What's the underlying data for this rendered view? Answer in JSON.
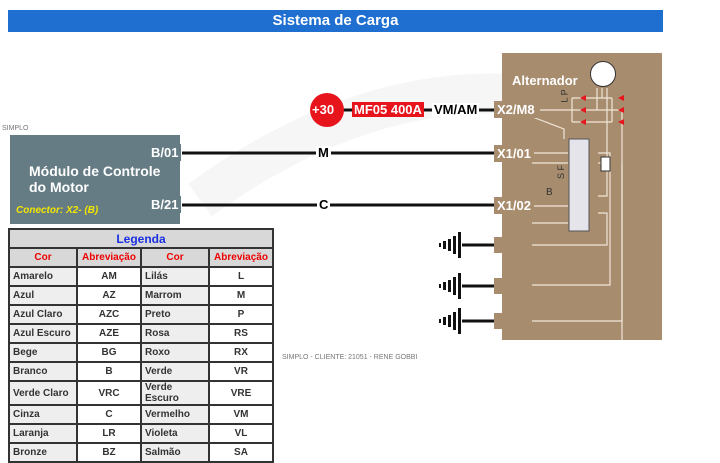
{
  "title": "Sistema de Carga",
  "module": {
    "name": "Módulo de Controle do Motor",
    "connector": "Conector: X2- (B)",
    "pins": [
      "B/01",
      "B/21"
    ]
  },
  "wires": {
    "m": "M",
    "c": "C",
    "vmam": "VM/AM"
  },
  "power": {
    "terminal": "+30",
    "fuse": "MF05 400A"
  },
  "alternator": {
    "name": "Alternador",
    "pins": [
      "X2/M8",
      "X1/01",
      "X1/02"
    ],
    "internal_labels": {
      "lp": "L P",
      "sf": "S F",
      "b": "B"
    }
  },
  "watermark": {
    "brand": "SIMPLO",
    "note": "SIMPLO - CLIENTE: 21051 - RENE GOBBI"
  },
  "legend": {
    "title": "Legenda",
    "headers": [
      "Cor",
      "Abreviação",
      "Cor",
      "Abreviação"
    ],
    "rows": [
      [
        "Amarelo",
        "AM",
        "Lilás",
        "L"
      ],
      [
        "Azul",
        "AZ",
        "Marrom",
        "M"
      ],
      [
        "Azul Claro",
        "AZC",
        "Preto",
        "P"
      ],
      [
        "Azul Escuro",
        "AZE",
        "Rosa",
        "RS"
      ],
      [
        "Bege",
        "BG",
        "Roxo",
        "RX"
      ],
      [
        "Branco",
        "B",
        "Verde",
        "VR"
      ],
      [
        "Verde Claro",
        "VRC",
        "Verde Escuro",
        "VRE"
      ],
      [
        "Cinza",
        "C",
        "Vermelho",
        "VM"
      ],
      [
        "Laranja",
        "LR",
        "Violeta",
        "VL"
      ],
      [
        "Bronze",
        "BZ",
        "Salmão",
        "SA"
      ]
    ]
  },
  "colors": {
    "title_bar": "#1e6fcf",
    "module": "#667c85",
    "alternator": "#a88c6e",
    "power": "#e8141c"
  }
}
